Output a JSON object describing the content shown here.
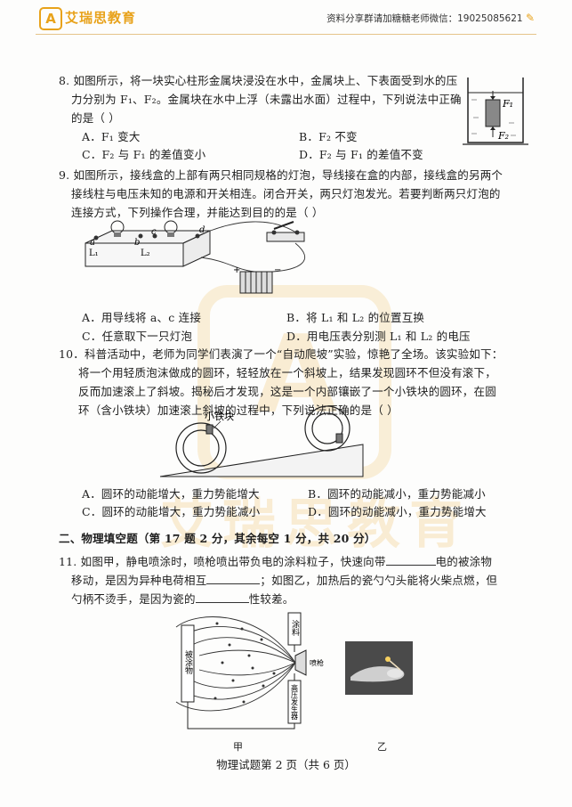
{
  "header": {
    "logo_icon": "A",
    "brand": "艾瑞思教育",
    "contact": "资料分享群请加糖糖老师微信：19025085621"
  },
  "watermark": {
    "text": "艾瑞思教育"
  },
  "q8": {
    "line1": "8. 如图所示，将一块实心柱形金属块浸没在水中，金属块上、下表面受到水的压",
    "line2": "力分别为 F₁、F₂。金属块在水中上浮（未露出水面）过程中，下列说法中正确",
    "line3": "的是（      ）",
    "opts": [
      "A．F₁ 变大",
      "B．F₂ 不变",
      "C．F₂ 与 F₁ 的差值变小",
      "D．F₂ 与 F₁ 的差值不变"
    ],
    "fig": {
      "f1": "F₁",
      "f2": "F₂"
    }
  },
  "q9": {
    "line1": "9. 如图所示，接线盒的上部有两只相同规格的灯泡，导线接在盒的内部，接线盒的另两个",
    "line2": "接线柱与电压未知的电源和开关相连。闭合开关，两只灯泡发光。若要判断两只灯泡的",
    "line3": "连接方式，下列操作合理，并能达到目的的是（      ）",
    "fig": {
      "a": "a",
      "b": "b",
      "c": "c",
      "d": "d",
      "l1": "L₁",
      "l2": "L₂",
      "plus": "+",
      "minus": "−"
    },
    "opts": [
      "A．用导线将 a、c 连接",
      "B．将 L₁ 和 L₂ 的位置互换",
      "C．任意取下一只灯泡",
      "D．用电压表分别测 L₁ 和 L₂ 的电压"
    ]
  },
  "q10": {
    "line1": "10．科普活动中，老师为同学们表演了一个“自动爬坡”实验，惊艳了全场。该实验如下：",
    "line2": "将一个用轻质泡沫做成的圆环，轻轻放在一个斜坡上，结果发现圆环不但没有滚下，",
    "line3": "反而加速滚上了斜坡。揭秘后才发现，这是一个内部镶嵌了一个小铁块的圆环，在圆",
    "line4": "环（含小铁块）加速滚上斜坡的过程中，下列说法正确的是（      ）",
    "fig_label": "小铁块",
    "opts": [
      "A．圆环的动能增大，重力势能增大",
      "B．圆环的动能减小，重力势能减小",
      "C．圆环的动能增大，重力势能减小",
      "D．圆环的动能减小，重力势能增大"
    ]
  },
  "section2": {
    "title": "二、物理填空题（第 17 题 2 分，其余每空 1 分，共 20 分）"
  },
  "q11": {
    "l1_a": "11.    如图甲，静电喷涂时，喷枪喷出带负电的涂料粒子，快速向带",
    "l1_b": "电的被涂物",
    "l2_a": "移动，是因为异种电荷相互",
    "l2_b": "；如图乙，加热后的瓷勺勺头能将火柴点燃，但",
    "l3_a": "勺柄不烫手，是因为瓷的",
    "l3_b": "性较差。",
    "fig_left": {
      "paint": "涂料",
      "gun": "喷枪",
      "hv": "高压发生器",
      "panel": "被涂物",
      "caption": "甲"
    },
    "fig_right": {
      "caption": "乙"
    }
  },
  "footer": {
    "text": "物理试题第 2 页（共 6 页）"
  }
}
